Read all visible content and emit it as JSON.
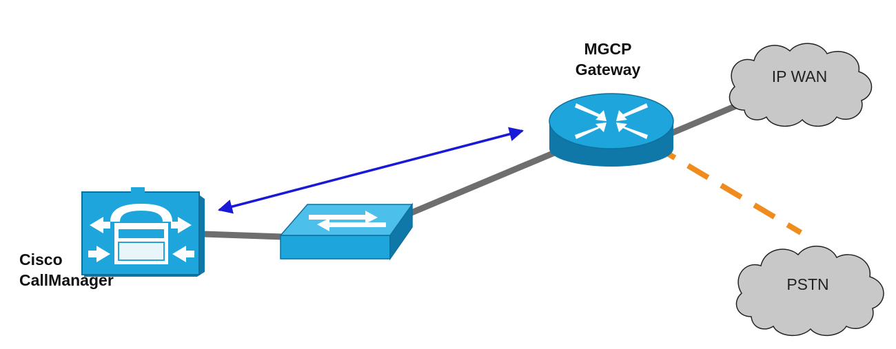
{
  "nodes": {
    "callmanager": {
      "label_line1": "Cisco",
      "label_line2": "CallManager"
    },
    "switch": {},
    "gateway": {
      "label_line1": "MGCP",
      "label_line2": "Gateway"
    },
    "ip_wan": {
      "label": "IP WAN"
    },
    "pstn": {
      "label": "PSTN"
    }
  },
  "colors": {
    "device_blue": "#1ea6dc",
    "device_dark": "#0f78a8",
    "link_gray": "#6e6e6e",
    "signaling_blue": "#1a1ad6",
    "pstn_link_orange": "#f08c1e",
    "cloud_fill": "#c8c8c8"
  }
}
